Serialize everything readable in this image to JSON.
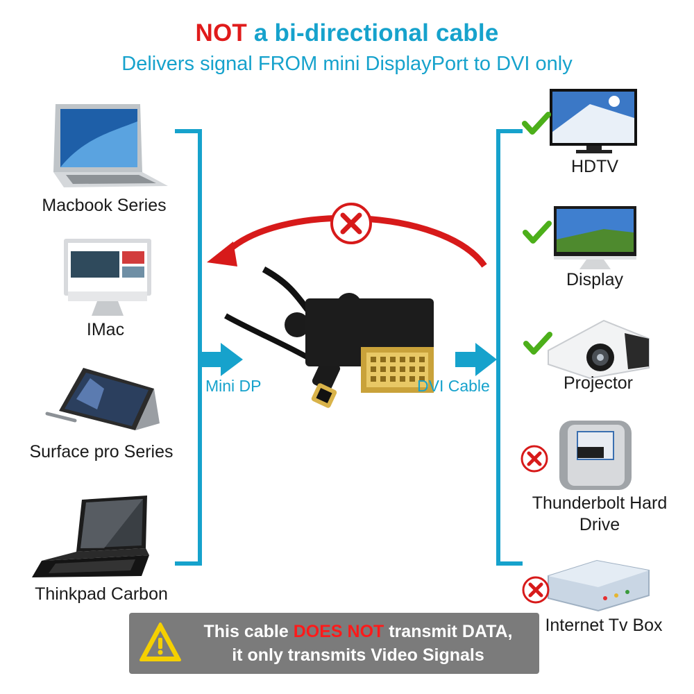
{
  "header": {
    "title_emphasis": "NOT",
    "title_rest": " a bi-directional cable",
    "subtitle": "Delivers signal FROM mini DisplayPort to DVI only"
  },
  "sources": [
    {
      "label": "Macbook Series",
      "icon": "laptop-icon"
    },
    {
      "label": "IMac",
      "icon": "desktop-monitor-icon"
    },
    {
      "label": "Surface pro Series",
      "icon": "tablet-icon"
    },
    {
      "label": "Thinkpad Carbon",
      "icon": "laptop-icon"
    }
  ],
  "targets": [
    {
      "label": "HDTV",
      "supported": true,
      "icon": "tv-icon"
    },
    {
      "label": "Display",
      "supported": true,
      "icon": "monitor-icon"
    },
    {
      "label": "Projector",
      "supported": true,
      "icon": "projector-icon"
    },
    {
      "label": "Thunderbolt Hard Drive",
      "label_line1": "Thunderbolt Hard",
      "label_line2": "Drive",
      "supported": false,
      "icon": "hard-drive-icon"
    },
    {
      "label": "Internet Tv Box",
      "supported": false,
      "icon": "tv-box-icon"
    }
  ],
  "cable": {
    "input_label": "Mini DP",
    "output_label": "DVI Cable",
    "reverse_blocked_icon": "red-x-icon"
  },
  "notice": {
    "line1_pre": "This cable ",
    "line1_emphasis": "DOES NOT",
    "line1_post": " transmit DATA,",
    "line2": "it only transmits Video Signals",
    "icon": "warning-icon"
  },
  "colors": {
    "accent": "#16a2cc",
    "negative": "#e01b1b",
    "check": "#4caf1a",
    "notice_bg": "#7b7b7b",
    "warning": "#f5d000"
  }
}
